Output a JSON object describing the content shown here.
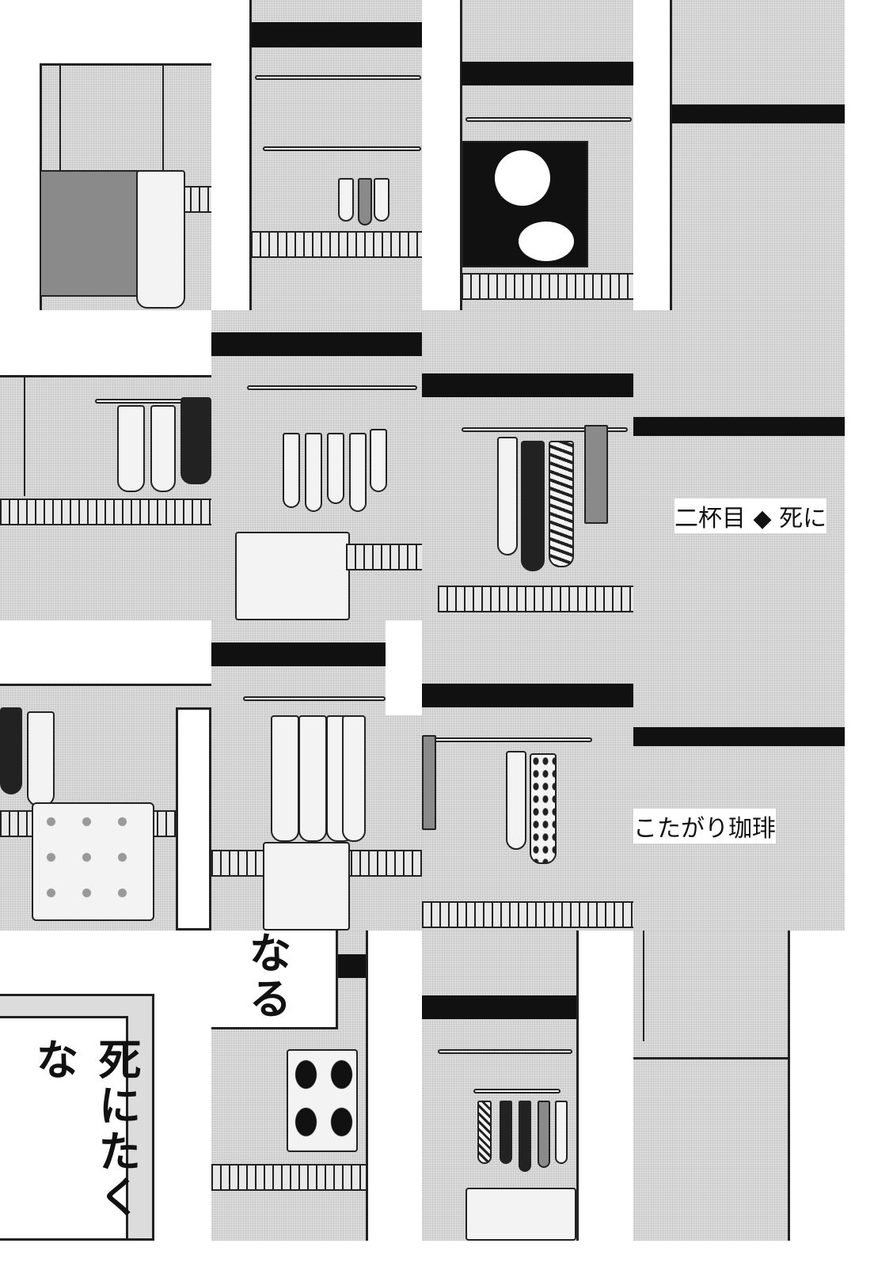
{
  "tiles_text": {
    "chapter_title": "二杯目 ◆ 死に",
    "series_title": "こたがり珈琲",
    "speech_fragment_1": "なる",
    "speech_fragment_2": "死にたくな"
  },
  "colors": {
    "tone": "#dcdcdc",
    "ink": "#111111",
    "paper": "#ffffff"
  }
}
